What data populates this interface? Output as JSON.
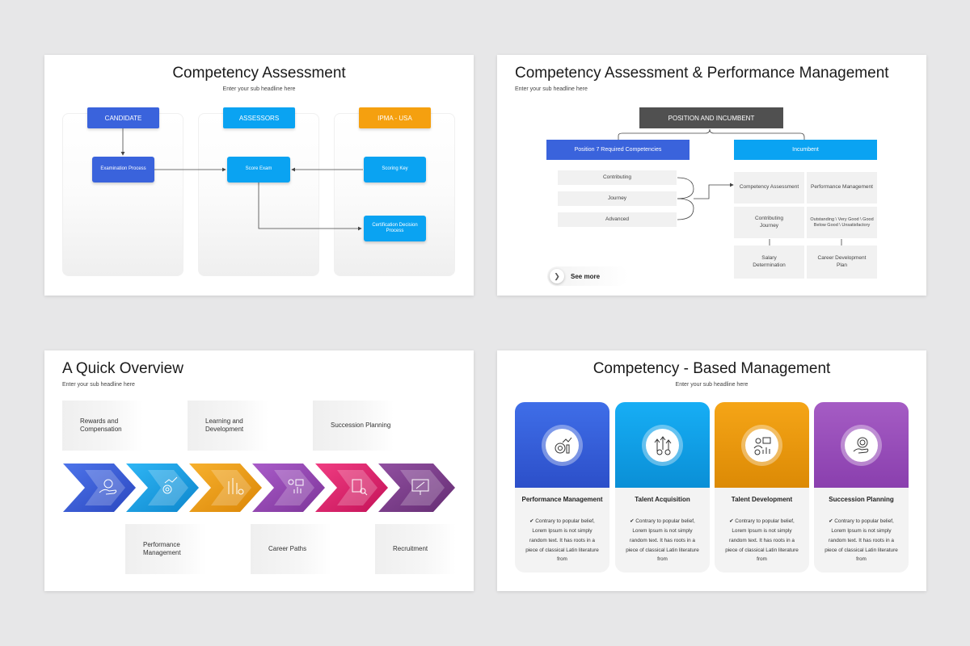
{
  "slide1": {
    "title": "Competency Assessment",
    "subtitle": "Enter your sub headline here",
    "headers": [
      "CANDIDATE",
      "ASSESSORS",
      "IPMA - USA"
    ],
    "nodes": {
      "examination": "Examination Process",
      "score_exam": "Score Exam",
      "scoring_key": "Scoring Key",
      "certification": "Certification Decision Process"
    },
    "colors": {
      "candidate": "#3a63dc",
      "assessors": "#0aa3f2",
      "ipma": "#f5a00f"
    }
  },
  "slide2": {
    "title": "Competency Assessment & Performance Management",
    "subtitle": "Enter your sub headline here",
    "root": "POSITION AND INCUMBENT",
    "left_header": "Position 7 Required Competencies",
    "right_header": "Incumbent",
    "left_items": [
      "Contributing",
      "Journey",
      "Advanced"
    ],
    "grid": [
      "Competency Assessment",
      "Performance Management",
      "Contributing Journey",
      "Outstanding \\ Very Good \\ Good Below Good \\ Unsatisfactory",
      "Salary Determination",
      "Career Development Plan"
    ],
    "see_more": "See more",
    "colors": {
      "root": "#505050",
      "left": "#3a63dc",
      "right": "#0aa3f2"
    }
  },
  "slide3": {
    "title": "A Quick Overview",
    "subtitle": "Enter your sub headline here",
    "top_cards": [
      "Rewards and Compensation",
      "Learning and Development",
      "Succession Planning"
    ],
    "bottom_cards": [
      "Performance Management",
      "Career Paths",
      "Recruitment"
    ],
    "arrows": [
      {
        "color": "#3559d4",
        "icon": "award-hand-icon"
      },
      {
        "color": "#159ce0",
        "icon": "gear-growth-icon"
      },
      {
        "color": "#ee9c12",
        "icon": "arrows-gears-icon"
      },
      {
        "color": "#8e44ad",
        "icon": "team-chart-icon"
      },
      {
        "color": "#e21f6c",
        "icon": "document-search-icon"
      },
      {
        "color": "#7b3a87",
        "icon": "presentation-rocket-icon"
      }
    ]
  },
  "slide4": {
    "title": "Competency - Based Management",
    "subtitle": "Enter your sub headline here",
    "columns": [
      {
        "name": "Performance Management",
        "color1": "#3f6ee8",
        "color2": "#2c4fc9",
        "icon": "gear-growth-icon",
        "desc": "✔ Contrary to popular belief, Lorem Ipsum is not simply random text. It has roots in a piece of classical Latin literature from"
      },
      {
        "name": "Talent Acquisition",
        "color1": "#17aef5",
        "color2": "#0a8fd6",
        "icon": "arrows-gears-icon",
        "desc": "✔ Contrary to popular belief, Lorem Ipsum is not simply random text. It has roots in a piece of classical Latin literature from"
      },
      {
        "name": "Talent Development",
        "color1": "#f5a517",
        "color2": "#dc8a05",
        "icon": "team-chart-icon",
        "desc": "✔ Contrary to popular belief, Lorem Ipsum is not simply random text. It has roots in a piece of classical Latin literature from"
      },
      {
        "name": "Succession Planning",
        "color1": "#a55cc4",
        "color2": "#8a3fae",
        "icon": "award-hand-icon",
        "desc": "✔ Contrary to popular belief, Lorem Ipsum is not simply random text. It has roots in a piece of classical Latin literature from"
      }
    ]
  }
}
